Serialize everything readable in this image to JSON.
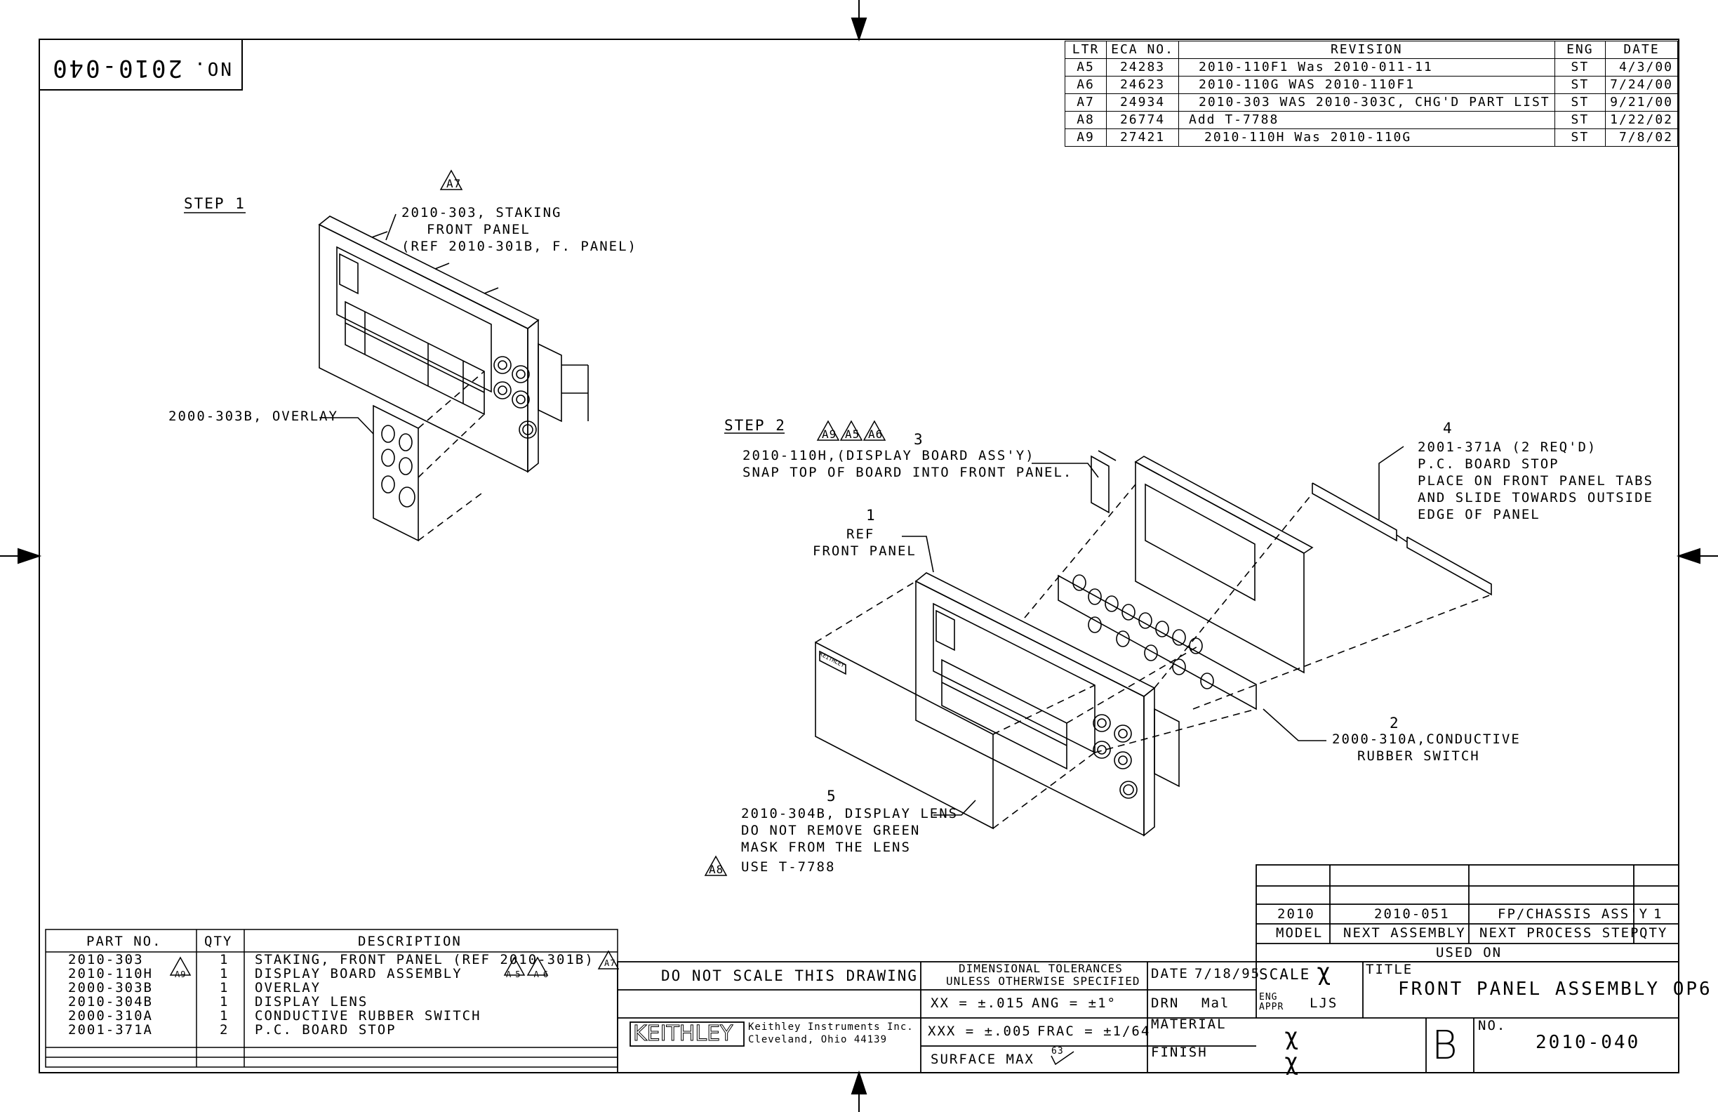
{
  "drawing_number_stamp": {
    "label": "NO.",
    "value": "2010-040"
  },
  "revisions": {
    "headers": [
      "LTR",
      "ECA NO.",
      "REVISION",
      "ENG",
      "DATE"
    ],
    "rows": [
      [
        "A5",
        "24283",
        "2010-110F1 Was 2010-011-11",
        "ST",
        "4/3/00"
      ],
      [
        "A6",
        "24623",
        "2010-110G WAS 2010-110F1",
        "ST",
        "7/24/00"
      ],
      [
        "A7",
        "24934",
        "2010-303 WAS 2010-303C, CHG'D PART LIST",
        "ST",
        "9/21/00"
      ],
      [
        "A8",
        "26774",
        "Add T-7788",
        "ST",
        "1/22/02"
      ],
      [
        "A9",
        "27421",
        "2010-110H Was 2010-110G",
        "ST",
        "7/8/02"
      ]
    ]
  },
  "step1": {
    "title": "STEP 1",
    "rev_flag": "A7",
    "callout_staking": [
      "2010-303, STAKING",
      "FRONT PANEL",
      "(REF 2010-301B, F. PANEL)"
    ],
    "callout_overlay": "2000-303B, OVERLAY"
  },
  "step2": {
    "title": "STEP 2",
    "rev_flags": [
      "A9",
      "A5",
      "A6"
    ],
    "item3": {
      "num": "3",
      "lines": [
        "2010-110H,(DISPLAY BOARD ASS'Y)",
        "SNAP TOP OF BOARD INTO FRONT PANEL."
      ]
    },
    "item1": {
      "num": "1",
      "lines": [
        "REF",
        "FRONT PANEL"
      ]
    },
    "item4": {
      "num": "4",
      "lines": [
        "2001-371A (2 REQ'D)",
        "P.C. BOARD STOP",
        "PLACE ON FRONT PANEL TABS",
        "AND SLIDE TOWARDS OUTSIDE",
        "EDGE OF PANEL"
      ]
    },
    "item2": {
      "num": "2",
      "lines": [
        "2000-310A,CONDUCTIVE",
        "RUBBER SWITCH"
      ]
    },
    "item5": {
      "num": "5",
      "lines": [
        "2010-304B, DISPLAY LENS",
        "DO NOT REMOVE GREEN",
        "MASK FROM THE LENS",
        "USE T-7788"
      ],
      "rev_flag": "A8"
    },
    "lens_brand": "KEITHLEY"
  },
  "parts_list": {
    "headers": [
      "PART NO.",
      "QTY",
      "DESCRIPTION"
    ],
    "rows": [
      {
        "part": "2010-303",
        "flag": "",
        "qty": "1",
        "desc": "STAKING, FRONT PANEL (REF 2010-301B)",
        "desc_flags": "A7"
      },
      {
        "part": "2010-110H",
        "flag": "A9",
        "qty": "1",
        "desc": "DISPLAY BOARD ASSEMBLY",
        "desc_flags": "A5 A6"
      },
      {
        "part": "2000-303B",
        "flag": "",
        "qty": "1",
        "desc": "OVERLAY",
        "desc_flags": ""
      },
      {
        "part": "2010-304B",
        "flag": "",
        "qty": "1",
        "desc": "DISPLAY LENS",
        "desc_flags": ""
      },
      {
        "part": "2000-310A",
        "flag": "",
        "qty": "1",
        "desc": "CONDUCTIVE RUBBER SWITCH",
        "desc_flags": ""
      },
      {
        "part": "2001-371A",
        "flag": "",
        "qty": "2",
        "desc": "P.C. BOARD STOP",
        "desc_flags": ""
      }
    ]
  },
  "used_on": {
    "model": "2010",
    "next_assembly": "2010-051",
    "next_process_step": "FP/CHASSIS ASS'Y",
    "qty": "1",
    "headers": [
      "MODEL",
      "NEXT ASSEMBLY",
      "NEXT PROCESS STEP",
      "QTY"
    ],
    "label": "USED ON"
  },
  "title_block": {
    "do_not_scale": "DO NOT SCALE THIS DRAWING",
    "tolerances_title": [
      "DIMENSIONAL TOLERANCES",
      "UNLESS OTHERWISE SPECIFIED"
    ],
    "tol_xx": "XX = ±.015",
    "tol_ang": "ANG = ±1°",
    "tol_xxx": "XXX = ±.005",
    "tol_frac": "FRAC = ±1/64",
    "surface": "SURFACE MAX",
    "surface_value": "63",
    "date_label": "DATE",
    "date": "7/18/95",
    "scale_label": "SCALE",
    "scale_value": "χ",
    "drn_label": "DRN",
    "drn": "Mal",
    "eng_appr": [
      "ENG",
      "APPR"
    ],
    "eng": "LJS",
    "material_label": "MATERIAL",
    "material": "χ",
    "finish_label": "FINISH",
    "finish": "χ",
    "title_label": "TITLE",
    "title": "FRONT PANEL ASSEMBLY OP6",
    "size": "B",
    "no_label": "NO.",
    "number": "2010-040",
    "company_logo": "KEITHLEY",
    "company": [
      "Keithley Instruments Inc.",
      "Cleveland, Ohio 44139"
    ]
  }
}
